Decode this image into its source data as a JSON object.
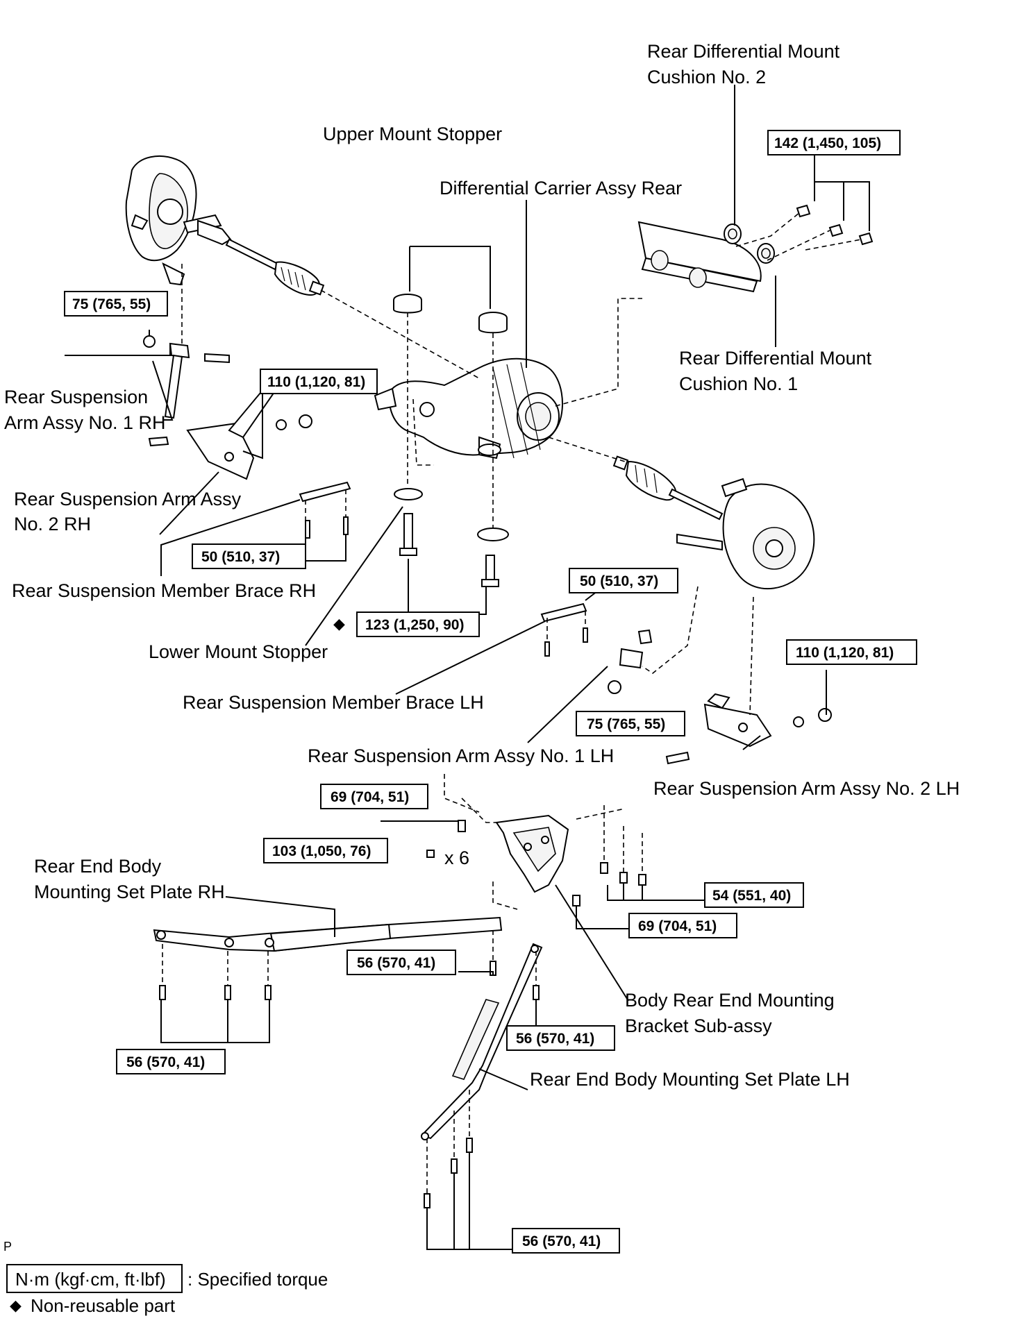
{
  "labels": {
    "rear_diff_cushion_no2_line1": "Rear Differential Mount",
    "rear_diff_cushion_no2_line2": "Cushion No. 2",
    "upper_mount_stopper": "Upper Mount Stopper",
    "diff_carrier_assy_rear": "Differential Carrier Assy Rear",
    "rear_diff_cushion_no1_line1": "Rear Differential Mount",
    "rear_diff_cushion_no1_line2": "Cushion No. 1",
    "rear_susp_arm_no1_rh_line1": "Rear Suspension",
    "rear_susp_arm_no1_rh_line2": "Arm Assy No. 1 RH",
    "rear_susp_arm_no2_rh_line1": "Rear Suspension Arm Assy",
    "rear_susp_arm_no2_rh_line2": "No. 2 RH",
    "rear_susp_member_brace_rh": "Rear Suspension Member Brace RH",
    "lower_mount_stopper": "Lower Mount Stopper",
    "rear_susp_member_brace_lh": "Rear Suspension Member Brace LH",
    "rear_susp_arm_no1_lh": "Rear Suspension Arm Assy No. 1 LH",
    "rear_susp_arm_no2_lh": "Rear Suspension Arm Assy No. 2 LH",
    "rear_end_body_plate_rh_line1": "Rear End Body",
    "rear_end_body_plate_rh_line2": "Mounting Set Plate RH",
    "body_rear_end_bracket_line1": "Body Rear End Mounting",
    "body_rear_end_bracket_line2": "Bracket Sub-assy",
    "rear_end_body_plate_lh": "Rear End Body Mounting Set Plate LH",
    "x6": "x 6",
    "p_mark": "P"
  },
  "torques": {
    "t142": "142 (1,450, 105)",
    "t75_top": "75 (765, 55)",
    "t110_rh": "110 (1,120, 81)",
    "t50_rh": "50 (510, 37)",
    "t123": "123 (1,250, 90)",
    "t50_lh": "50 (510, 37)",
    "t110_lh": "110 (1,120, 81)",
    "t75_lh": "75 (765, 55)",
    "t69_top": "69 (704, 51)",
    "t103": "103 (1,050, 76)",
    "t54": "54 (551, 40)",
    "t69_right": "69 (704, 51)",
    "t56_center": "56 (570, 41)",
    "t56_right": "56 (570, 41)",
    "t56_left": "56 (570, 41)",
    "t56_bottom": "56 (570, 41)"
  },
  "legend": {
    "unit_box": "N·m (kgf·cm, ft·lbf)",
    "unit_text": ": Specified torque",
    "diamond": "◆",
    "nonreusable_text": "Non-reusable part"
  }
}
